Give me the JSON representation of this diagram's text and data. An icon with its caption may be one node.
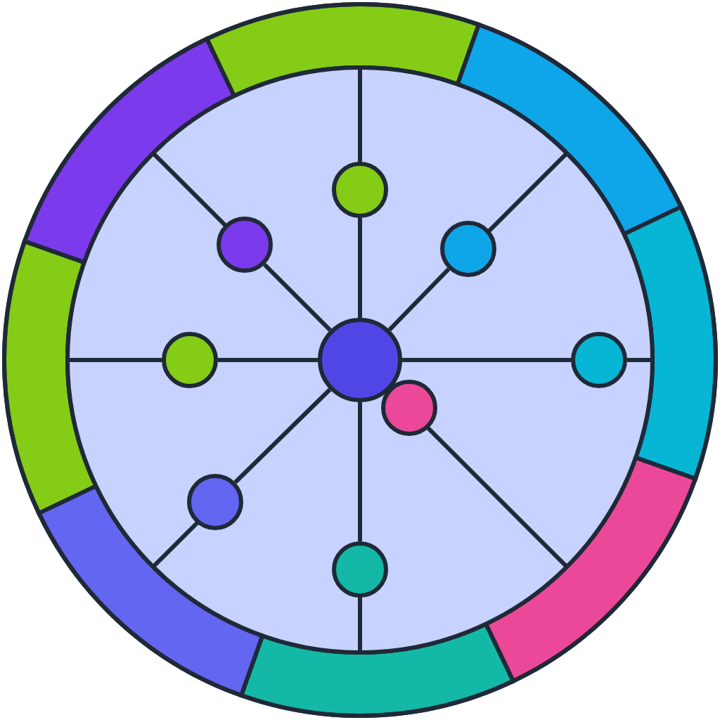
{
  "diagram": {
    "nodes": [
      {
        "text": [],
        "shape": "circle"
      },
      {
        "text": [],
        "shape": "circle"
      },
      {
        "text": [],
        "shape": "circle"
      },
      {
        "text": [],
        "shape": "circle"
      },
      {
        "text": [],
        "shape": "circle"
      },
      {
        "text": [],
        "shape": "circle"
      },
      {
        "text": [],
        "shape": "circle"
      },
      {
        "text": [],
        "shape": "circle"
      },
      {
        "text": [],
        "shape": "circle"
      }
    ],
    "edges": [
      {
        "from": 4,
        "to": 0,
        "arrow": "none"
      },
      {
        "from": 4,
        "to": 1,
        "arrow": "none"
      },
      {
        "from": 4,
        "to": 2,
        "arrow": "none"
      },
      {
        "from": 4,
        "to": 3,
        "arrow": "none"
      },
      {
        "from": 4,
        "to": 5,
        "arrow": "none"
      },
      {
        "from": 4,
        "to": 7,
        "arrow": "none"
      },
      {
        "from": 4,
        "to": 8,
        "arrow": "none"
      }
    ]
  }
}
